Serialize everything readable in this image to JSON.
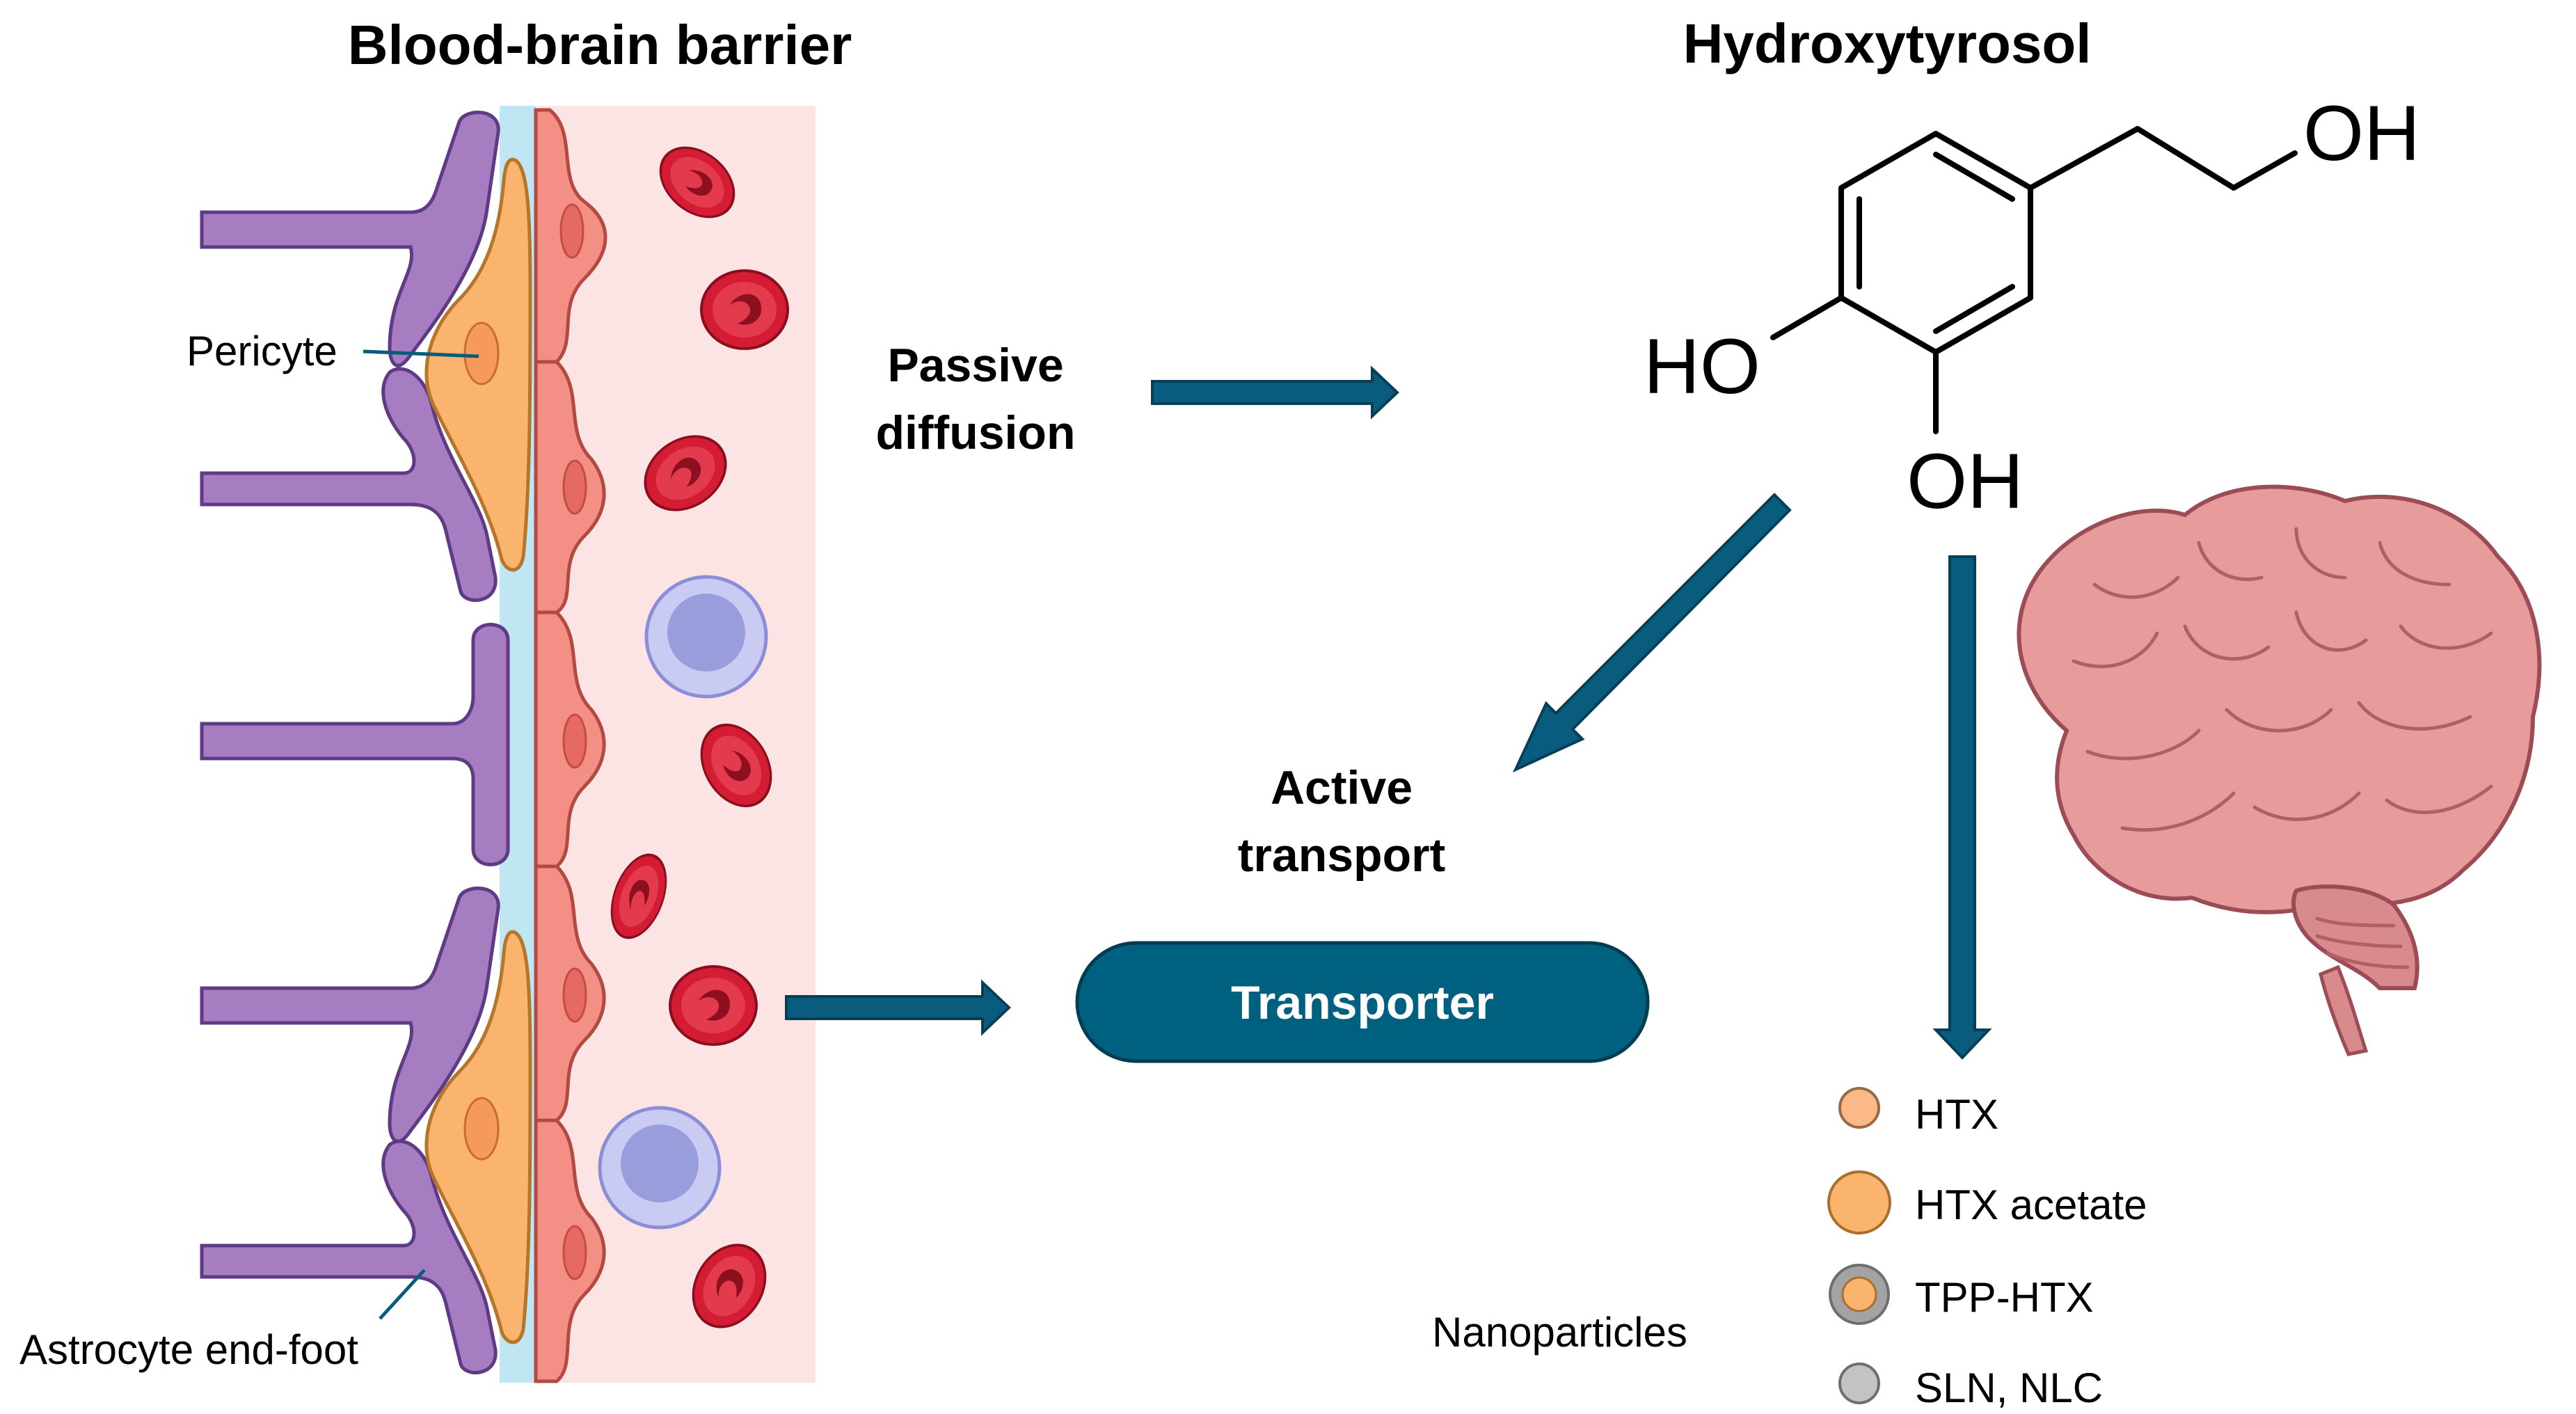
{
  "titles": {
    "bbb": "Blood-brain barrier",
    "compound": "Hydroxytyrosol"
  },
  "labels": {
    "pericyte": "Pericyte",
    "astrocyte": "Astrocyte end-foot",
    "passive_line1": "Passive",
    "passive_line2": "diffusion",
    "active_line1": "Active",
    "active_line2": "transport",
    "transporter": "Transporter",
    "nanoparticles": "Nanoparticles"
  },
  "chemistry": {
    "oh_top": "OH",
    "ho_left": "HO",
    "oh_bottom": "OH"
  },
  "legend": [
    {
      "label": "HTX",
      "fill": "#fbb98a",
      "ring": ""
    },
    {
      "label": "HTX acetate",
      "fill": "#fbb46e",
      "ring": ""
    },
    {
      "label": "TPP-HTX",
      "fill": "#fbb46e",
      "ring": "#a3a3a3"
    },
    {
      "label": "SLN, NLC",
      "fill": "#c3c3c3",
      "ring": ""
    }
  ],
  "colors": {
    "arrow": "#0a5c7e",
    "transporter": "#00607f",
    "astrocyte": "#a57dc0",
    "pericyte": "#fbb46e",
    "endothelial": "#f48f86",
    "blood_bg": "#fde4e4",
    "basement": "#bfe6f2",
    "rbc": "#d41c34",
    "leukocyte": "#b5b7e8",
    "brain": "#e79c9b"
  },
  "icons": {
    "brain": "brain-icon",
    "red_blood_cell": "red-blood-cell-icon",
    "leukocyte": "leukocyte-icon"
  }
}
